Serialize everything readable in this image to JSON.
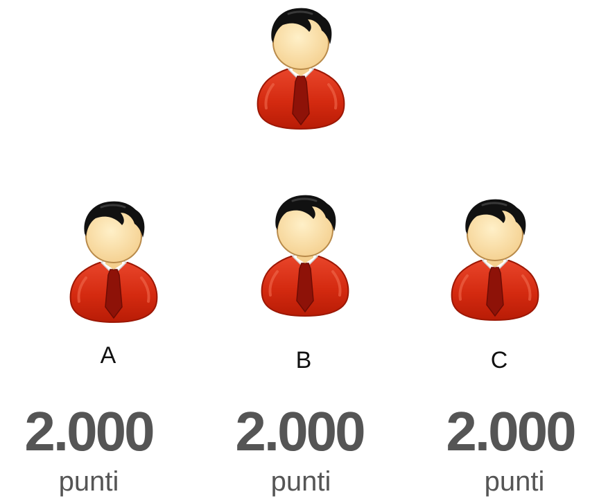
{
  "top_person": {
    "icon": "user-icon"
  },
  "people": [
    {
      "label": "A",
      "points": "2.000",
      "unit": "punti",
      "icon": "user-icon"
    },
    {
      "label": "B",
      "points": "2.000",
      "unit": "punti",
      "icon": "user-icon"
    },
    {
      "label": "C",
      "points": "2.000",
      "unit": "punti",
      "icon": "user-icon"
    }
  ],
  "colors": {
    "shirt": "#d42a10",
    "tie": "#8e1208",
    "skin": "#fde0a8",
    "hair": "#111111",
    "points_text": "#555555"
  }
}
